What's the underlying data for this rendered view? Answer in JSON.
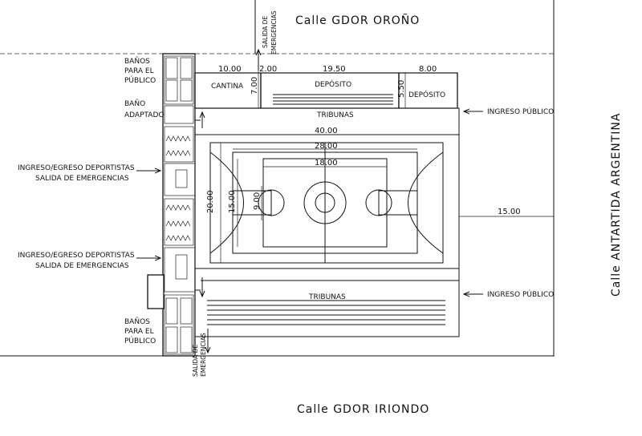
{
  "streets": {
    "north": "Calle GDOR OROÑO",
    "south": "Calle GDOR IRIONDO",
    "east": "Calle ANTARTIDA ARGENTINA"
  },
  "rooms": {
    "banos_top": [
      "BAÑOS",
      "PARA EL",
      "PÚBLICO"
    ],
    "bano_adaptado": [
      "BAÑO",
      "ADAPTADO"
    ],
    "banos_bottom": [
      "BAÑOS",
      "PARA EL",
      "PÚBLICO"
    ],
    "cantina": "CANTINA",
    "deposito_1": "DEPÓSITO",
    "deposito_2": "DEPÓSITO",
    "tribunas_top": "TRIBUNAS",
    "tribunas_bottom": "TRIBUNAS"
  },
  "access": {
    "deportistas_1": [
      "INGRESO/EGRESO DEPORTISTAS",
      "SALIDA DE EMERGENCIAS"
    ],
    "deportistas_2": [
      "INGRESO/EGRESO DEPORTISTAS",
      "SALIDA DE EMERGENCIAS"
    ],
    "publico_top": "INGRESO PÚBLICO",
    "publico_bottom": "INGRESO PÚBLICO",
    "salida_top": [
      "SALIDA DE",
      "EMERGENCIAS"
    ],
    "salida_bottom": [
      "SALIDA DE",
      "EMERGENCIAS"
    ]
  },
  "dimensions": {
    "d_10": "10.00",
    "d_2": "2.00",
    "d_1950": "19.50",
    "d_8": "8.00",
    "d_7": "7.00",
    "d_550": "5.50",
    "d_40": "40.00",
    "d_28": "28.00",
    "d_18": "18.00",
    "d_20": "20.00",
    "d_15v": "15.00",
    "d_9": "9.00",
    "d_15h": "15.00"
  }
}
